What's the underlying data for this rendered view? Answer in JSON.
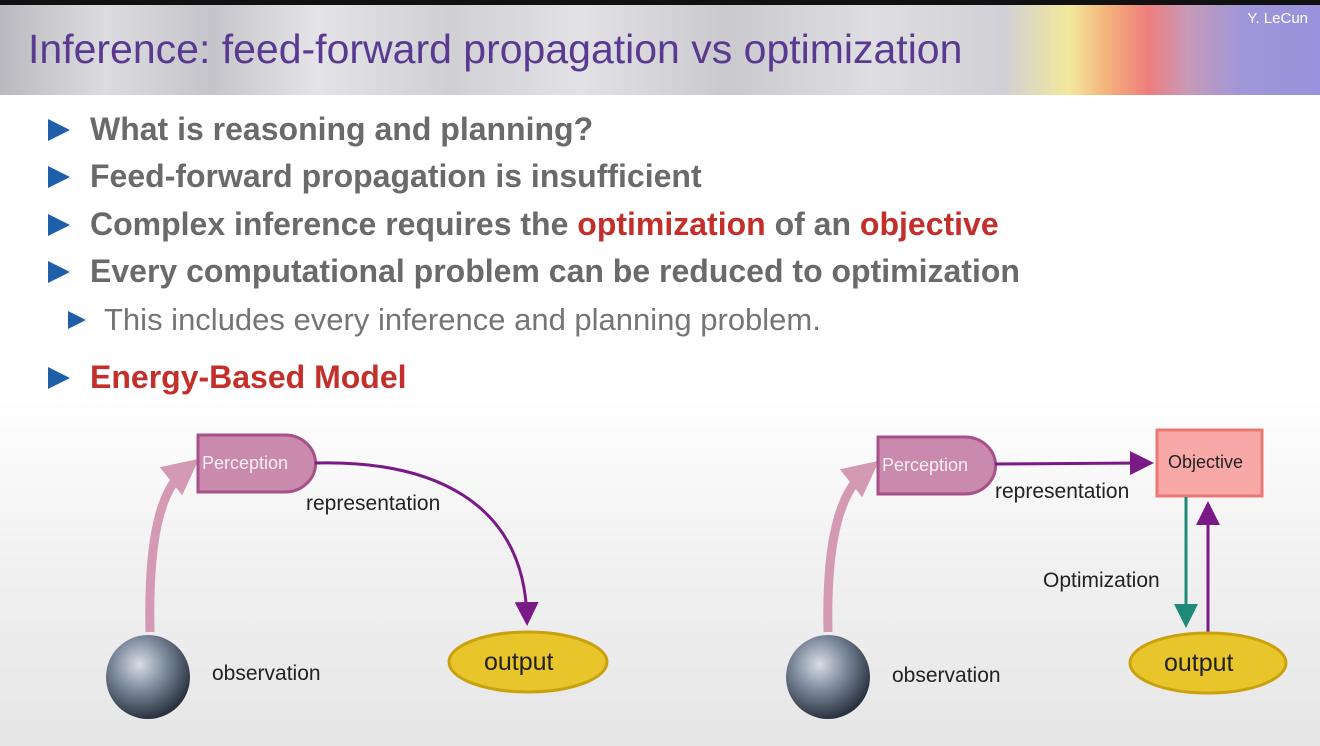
{
  "header": {
    "title": "Inference: feed-forward propagation vs optimization",
    "author": "Y. LeCun"
  },
  "bullets": [
    {
      "text": "What is reasoning and planning?"
    },
    {
      "text": "Feed-forward propagation is insufficient"
    },
    {
      "pre": "Complex inference requires the ",
      "hl1": "optimization",
      "mid": " of an ",
      "hl2": "objective"
    },
    {
      "text": "Every computational problem can be reduced to optimization"
    },
    {
      "text": "This includes every inference and planning problem."
    },
    {
      "text": "Energy-Based Model"
    }
  ],
  "diagram_left": {
    "perception": "Perception",
    "representation": "representation",
    "observation": "observation",
    "output": "output"
  },
  "diagram_right": {
    "perception": "Perception",
    "representation": "representation",
    "objective": "Objective",
    "optimization": "Optimization",
    "observation": "observation",
    "output": "output"
  },
  "colors": {
    "title": "#5a3a90",
    "bullet": "#1f5fa8",
    "highlight": "#c3302c",
    "perception": "#c98aad",
    "objective": "#f9a8a8",
    "output": "#e8c52a",
    "arrow_purple": "#7a1a86",
    "arrow_green": "#1f8a78"
  }
}
